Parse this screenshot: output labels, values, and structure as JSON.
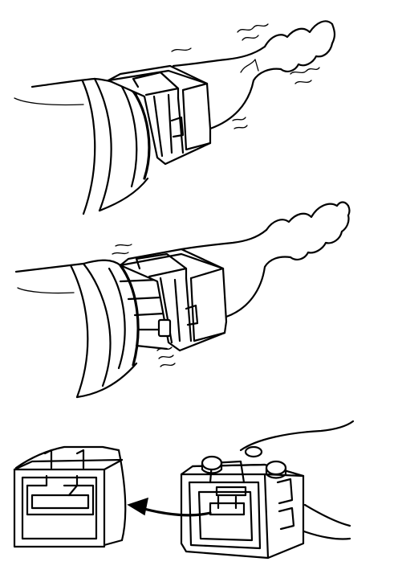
{
  "figure": {
    "panels": [
      {
        "id": "connected",
        "depicts": "connector-assembled"
      },
      {
        "id": "release",
        "depicts": "connector-release-lock"
      },
      {
        "id": "separated",
        "depicts": "connector-pulled-apart"
      }
    ],
    "icons": {
      "arrow": "curved-arrow-icon",
      "motion": "motion-lines-icon"
    },
    "colors": {
      "ink": "#000000",
      "paper": "#ffffff"
    }
  }
}
